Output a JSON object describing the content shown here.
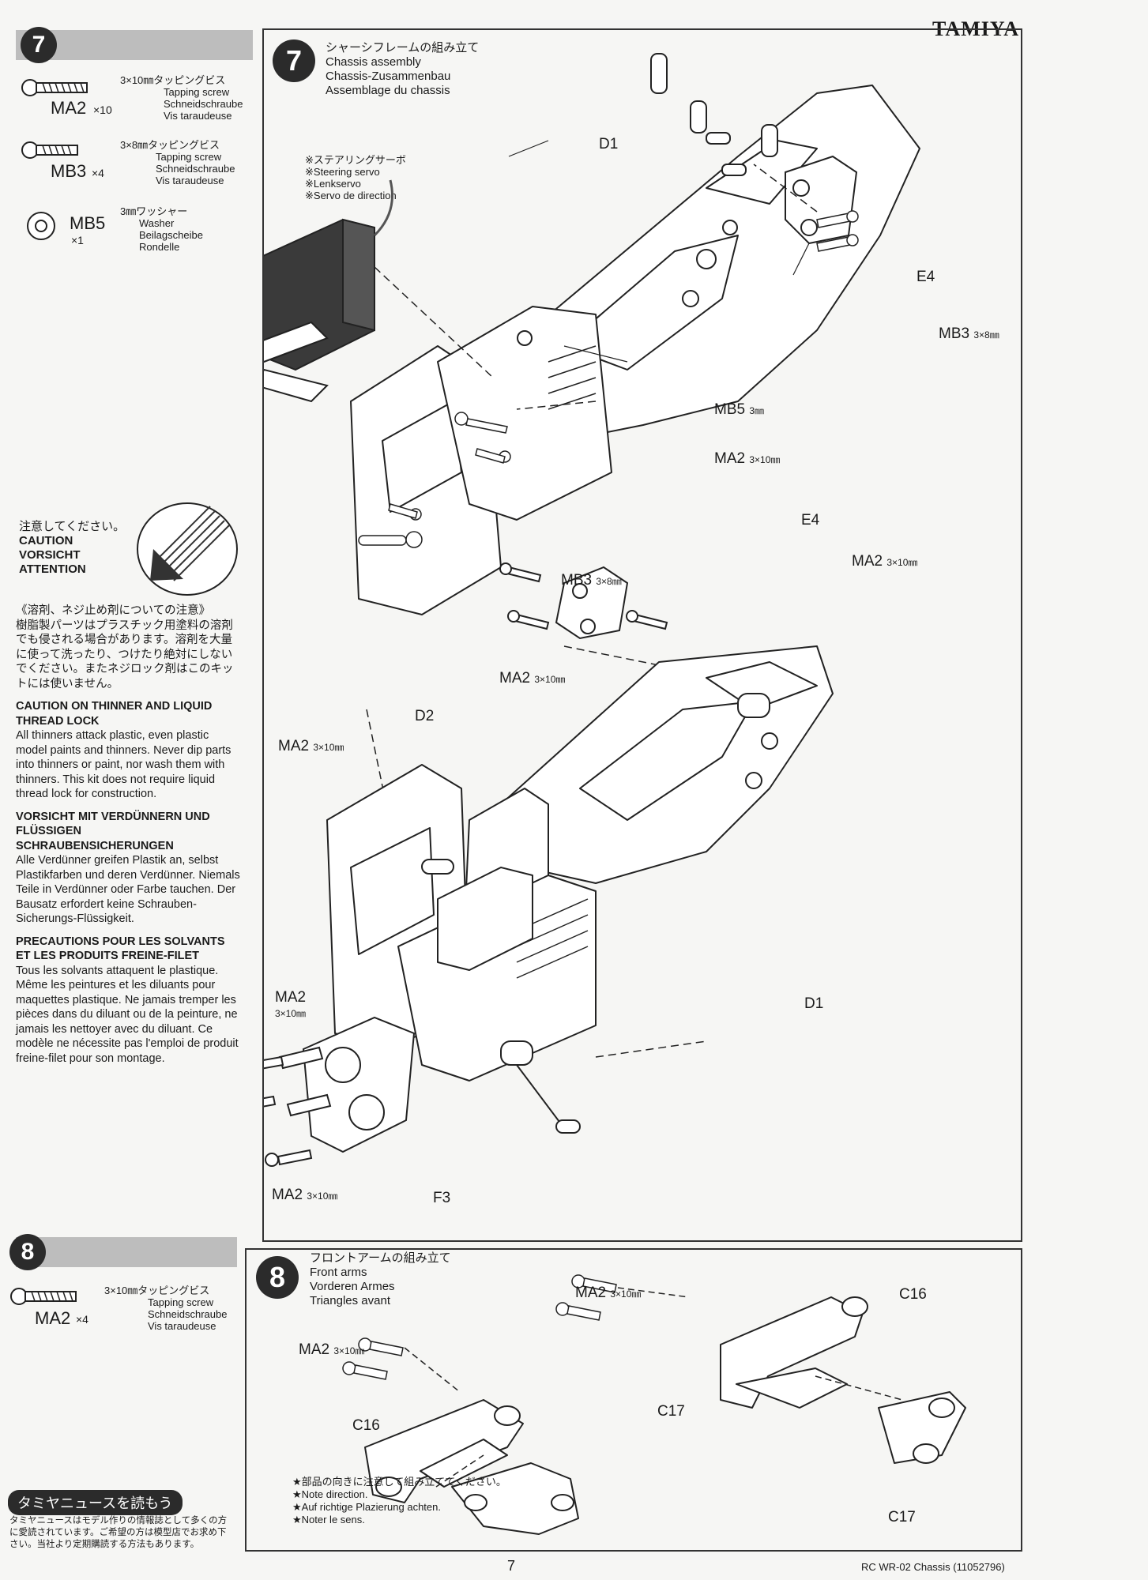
{
  "brand": "TAMIYA",
  "step7": {
    "number": "7",
    "parts": [
      {
        "code": "MA2",
        "qty": "×10",
        "jp": "3×10㎜タッピングビス",
        "en": "Tapping screw",
        "de": "Schneidschraube",
        "fr": "Vis taraudeuse"
      },
      {
        "code": "MB3",
        "qty": "×4",
        "jp": "3×8㎜タッピングビス",
        "en": "Tapping screw",
        "de": "Schneidschraube",
        "fr": "Vis taraudeuse"
      },
      {
        "code": "MB5",
        "qty": "×1",
        "jp": "3㎜ワッシャー",
        "en": "Washer",
        "de": "Beilagscheibe",
        "fr": "Rondelle"
      }
    ],
    "title": {
      "jp": "シャーシフレームの組み立て",
      "en": "Chassis assembly",
      "de": "Chassis-Zusammenbau",
      "fr": "Assemblage du chassis"
    },
    "servo_note": {
      "jp": "※ステアリングサーボ",
      "en": "※Steering servo",
      "de": "※Lenkservo",
      "fr": "※Servo de direction"
    },
    "labels": {
      "d1_top": "D1",
      "e4_top": "E4",
      "mb3_top": "MB3",
      "mb3_top_dim": "3×8㎜",
      "mb5": "MB5",
      "mb5_dim": "3㎜",
      "ma2_a": "MA2",
      "ma2_a_dim": "3×10㎜",
      "e4_mid": "E4",
      "ma2_b": "MA2",
      "ma2_b_dim": "3×10㎜",
      "mb3_mid": "MB3",
      "mb3_mid_dim": "3×8㎜",
      "ma2_c": "MA2",
      "ma2_c_dim": "3×10㎜",
      "d2": "D2",
      "ma2_d": "MA2",
      "ma2_d_dim": "3×10㎜",
      "ma2_e": "MA2",
      "ma2_e_dim": "3×10㎜",
      "ma2_f": "MA2",
      "ma2_f_dim": "3×10㎜",
      "f3": "F3",
      "d1_bottom": "D1"
    }
  },
  "caution": {
    "jp": "注意してください。",
    "en": "CAUTION",
    "de": "VORSICHT",
    "fr": "ATTENTION",
    "jp_head": "《溶剤、ネジ止め剤についての注意》",
    "jp_body": "樹脂製パーツはプラスチック用塗料の溶剤でも侵される場合があります。溶剤を大量に使って洗ったり、つけたり絶対にしないでください。またネジロック剤はこのキットには使いません。",
    "en_head": "CAUTION ON THINNER AND LIQUID THREAD LOCK",
    "en_body": "All thinners attack plastic, even plastic model paints and thinners. Never dip parts into thinners or paint, nor wash them with thinners. This kit does not require liquid thread lock for construction.",
    "de_head": "VORSICHT MIT VERDÜNNERN UND FLÜSSIGEN SCHRAUBENSICHERUNGEN",
    "de_body": "Alle Verdünner greifen Plastik an, selbst Plastikfarben und deren Verdünner. Niemals Teile in Verdünner oder Farbe tauchen. Der Bausatz erfordert keine Schrauben-Sicherungs-Flüssigkeit.",
    "fr_head": "PRECAUTIONS POUR LES SOLVANTS ET LES PRODUITS FREINE-FILET",
    "fr_body": "Tous les solvants attaquent le plastique. Même les peintures et les diluants pour maquettes plastique. Ne jamais tremper les pièces dans du diluant ou de la peinture, ne jamais les nettoyer avec du diluant. Ce modèle ne nécessite pas l'emploi de produit freine-filet pour son montage."
  },
  "step8": {
    "number": "8",
    "parts": [
      {
        "code": "MA2",
        "qty": "×4",
        "jp": "3×10㎜タッピングビス",
        "en": "Tapping screw",
        "de": "Schneidschraube",
        "fr": "Vis taraudeuse"
      }
    ],
    "title": {
      "jp": "フロントアームの組み立て",
      "en": "Front arms",
      "de": "Vorderen Armes",
      "fr": "Triangles avant"
    },
    "labels": {
      "ma2_a": "MA2",
      "ma2_a_dim": "3×10㎜",
      "c16_a": "C16",
      "ma2_b": "MA2",
      "ma2_b_dim": "3×10㎜",
      "c17_a": "C17",
      "c16_b": "C16",
      "c17_b": "C17"
    },
    "note": {
      "jp": "★部品の向きに注意して組み立ててください。",
      "en": "★Note direction.",
      "de": "★Auf richtige Plazierung achten.",
      "fr": "★Noter le sens."
    }
  },
  "news": {
    "title": "タミヤニュースを読もう",
    "body": "タミヤニュースはモデル作りの情報誌として多くの方に愛読されています。ご希望の方は模型店でお求め下さい。当社より定期購読する方法もあります。"
  },
  "footer": {
    "page": "7",
    "model": "RC WR-02 Chassis (11052796)"
  }
}
